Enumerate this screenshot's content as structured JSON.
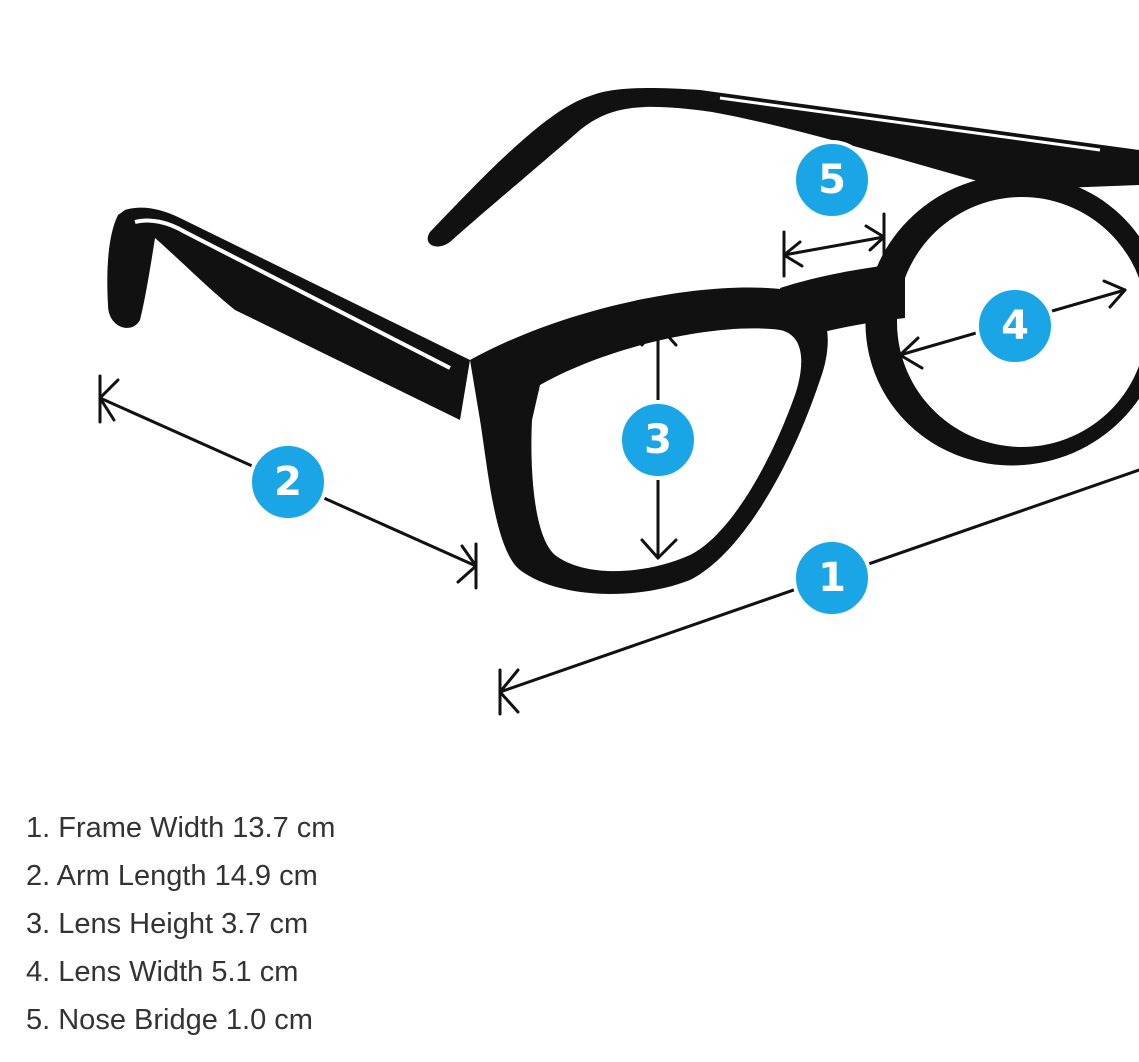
{
  "badges": {
    "frame_width": "1",
    "arm_length": "2",
    "lens_height": "3",
    "lens_width": "4",
    "nose_bridge": "5"
  },
  "specs": [
    "1. Frame Width 13.7 cm",
    "2. Arm Length 14.9 cm",
    "3. Lens Height 3.7 cm",
    "4. Lens Width 5.1 cm",
    "5. Nose Bridge 1.0 cm"
  ],
  "colors": {
    "badge": "#1aa6e6",
    "frame": "#111111",
    "text": "#333333"
  }
}
